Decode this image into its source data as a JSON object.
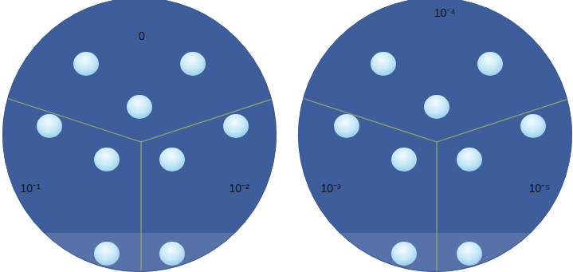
{
  "diagram": {
    "nodes": [
      {
        "text": [
          "0",
          "10⁻¹",
          "10⁻²"
        ]
      },
      {
        "text": [
          "10⁻⁴",
          "10⁻³",
          "10⁻⁵"
        ]
      }
    ]
  }
}
